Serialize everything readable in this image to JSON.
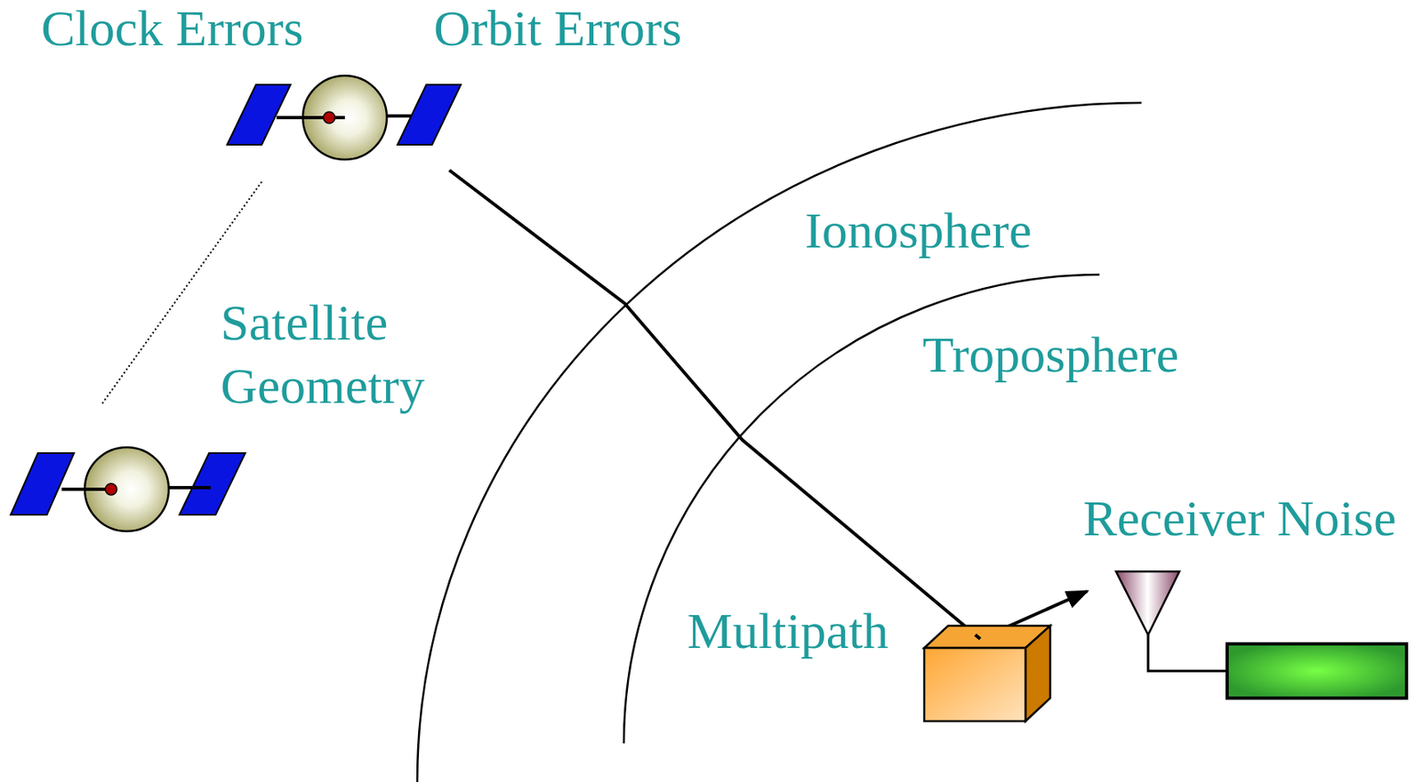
{
  "diagram": {
    "labels": [
      "Clock Errors",
      "Orbit Errors",
      "Satellite Geometry",
      "Ionosphere",
      "Troposphere",
      "Receiver Noise",
      "Multipath"
    ]
  }
}
